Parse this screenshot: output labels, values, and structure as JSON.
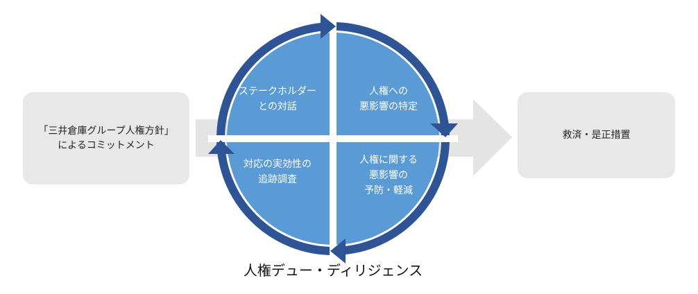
{
  "left_box": {
    "lines": [
      "「三井倉庫グループ人権方針」",
      "によるコミットメント"
    ]
  },
  "right_box": {
    "text": "救済・是正措置"
  },
  "cycle": {
    "caption": "人権デュー・ディリジェンス",
    "quadrants": {
      "top_left": [
        "ステークホルダー",
        "との対話"
      ],
      "top_right": [
        "人権への",
        "悪影響の特定"
      ],
      "bottom_left": [
        "対応の実効性の",
        "追跡調査"
      ],
      "bottom_right": [
        "人権に関する",
        "悪影響の",
        "予防・軽減"
      ]
    }
  },
  "colors": {
    "box_fill": "#e8e8e8",
    "flow_arrow_fill": "#e4e4e4",
    "ring": "#2f5496",
    "quadrant_fill": "#5b9bd5",
    "quadrant_text": "#ffffff"
  }
}
